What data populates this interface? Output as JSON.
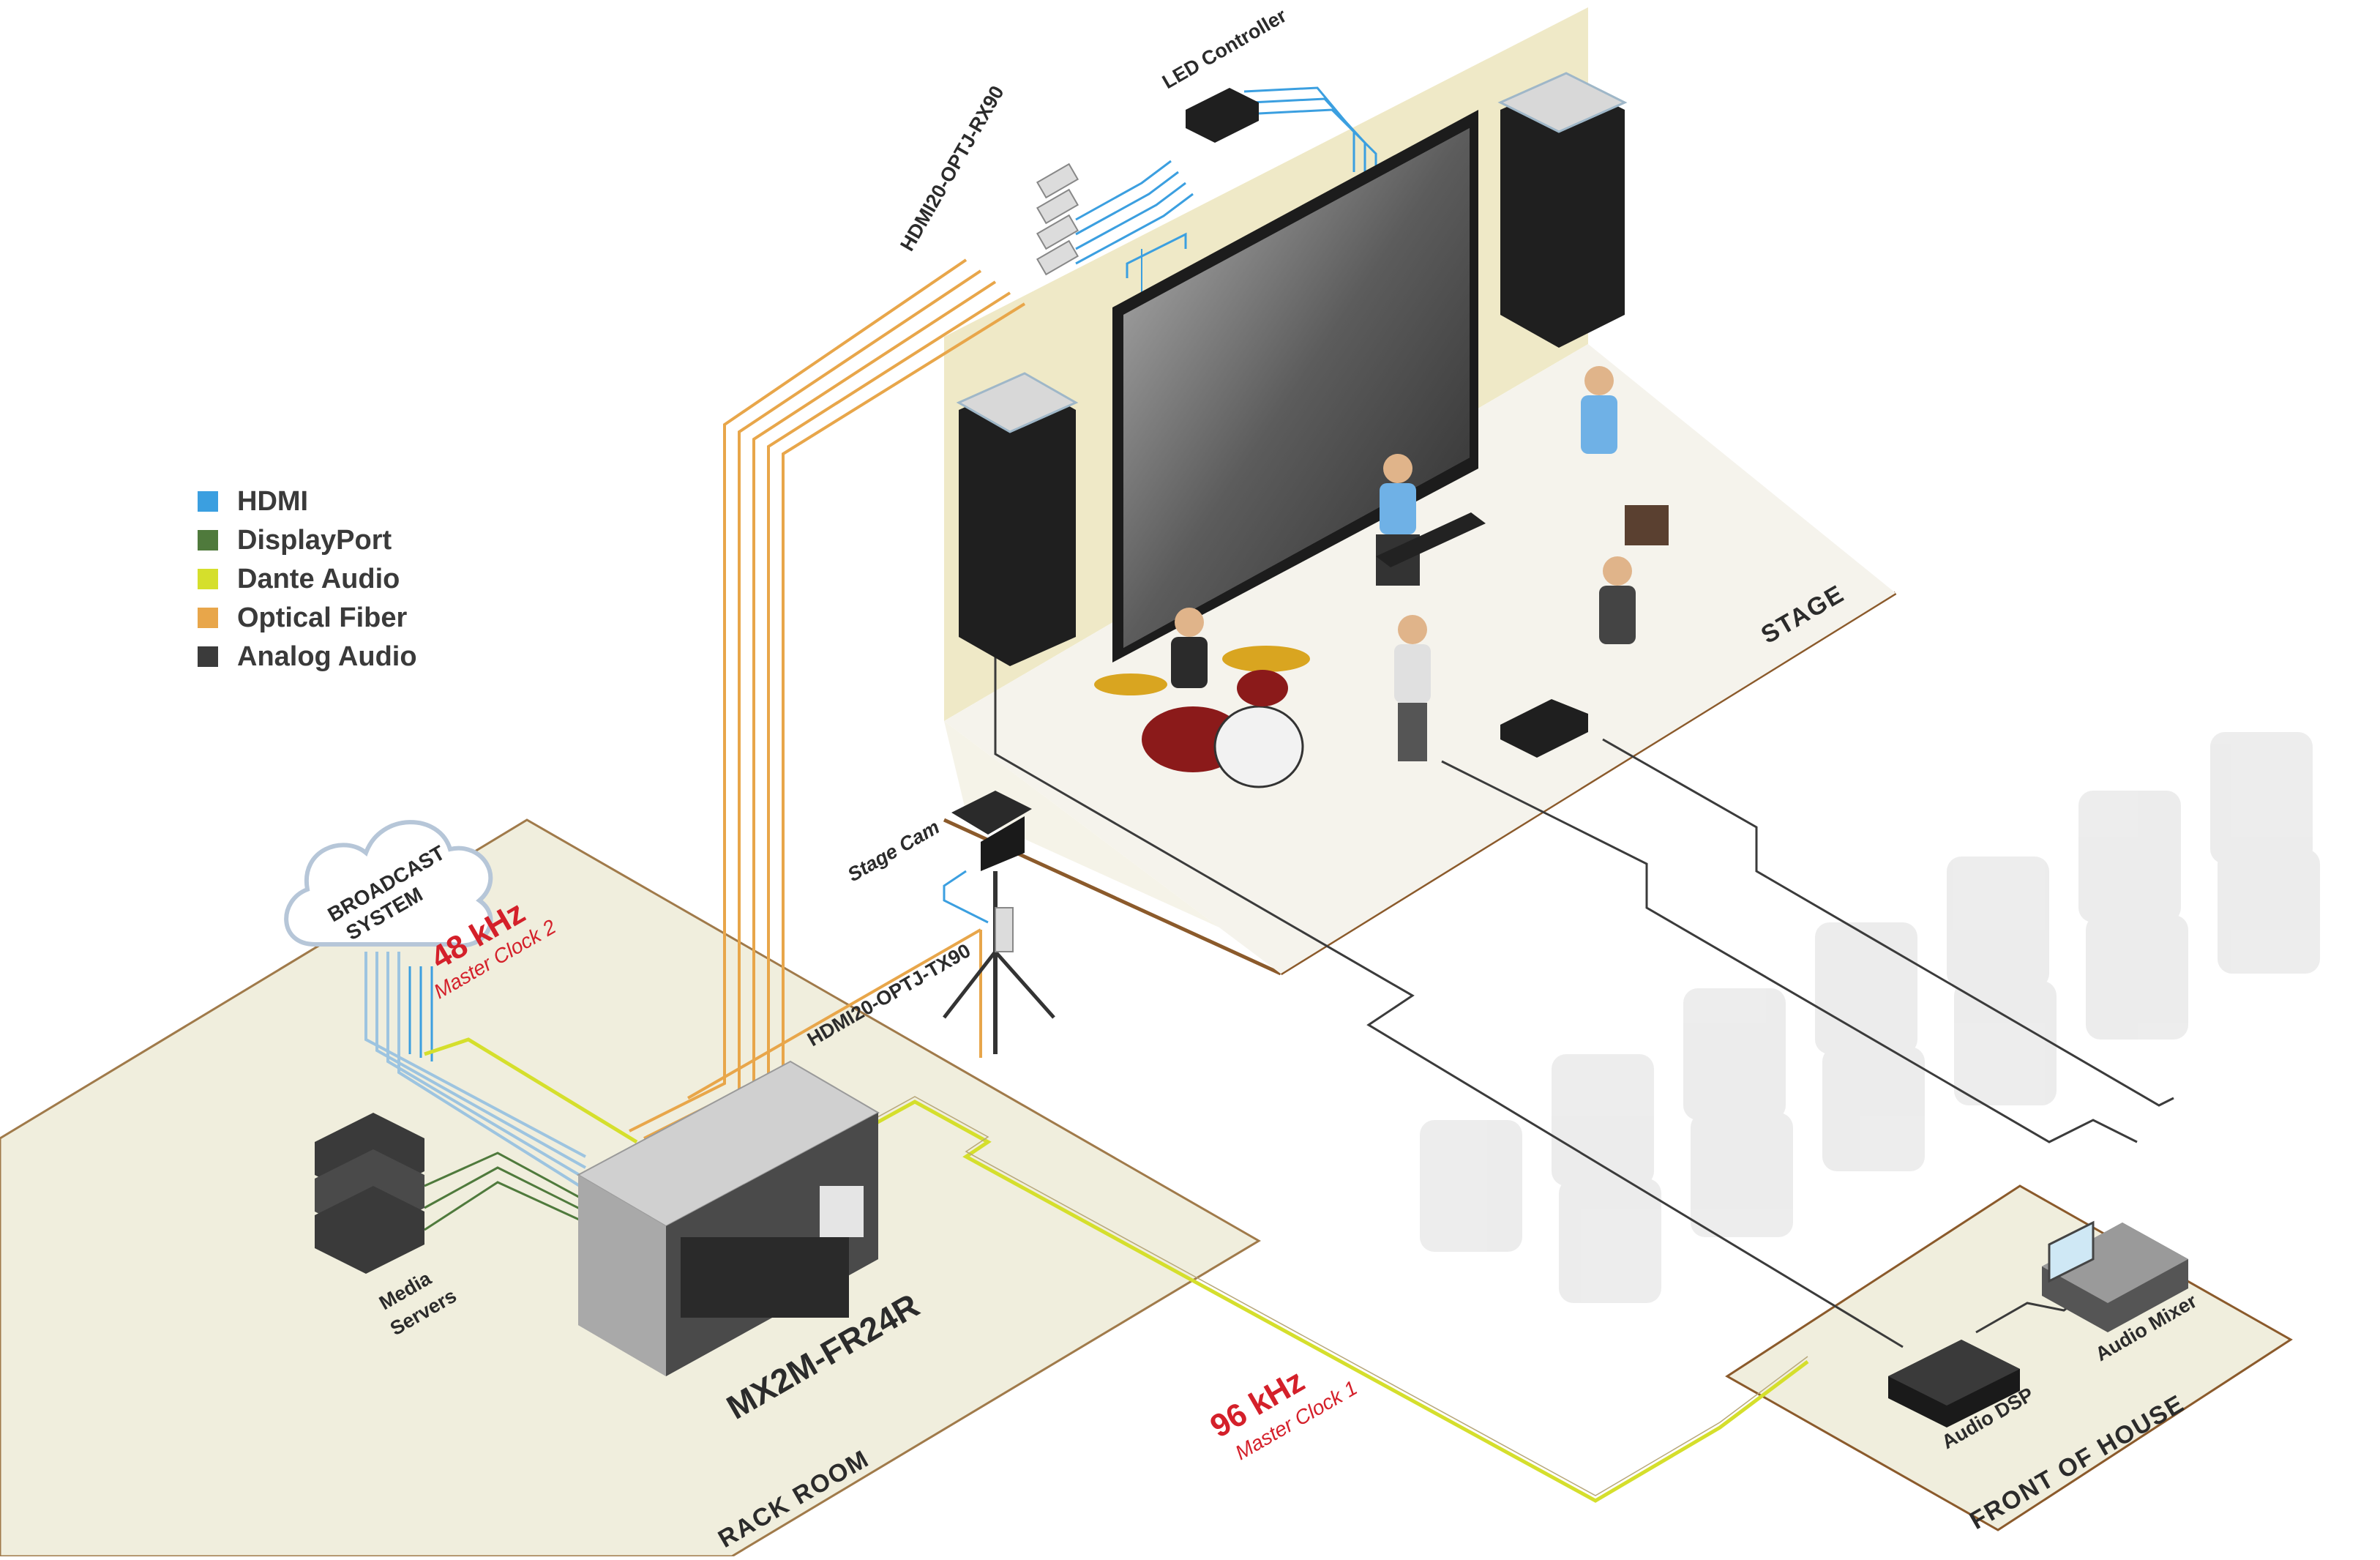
{
  "legend": [
    {
      "label": "HDMI",
      "color": "#3b9fe0"
    },
    {
      "label": "DisplayPort",
      "color": "#4f7a3c"
    },
    {
      "label": "Dante Audio",
      "color": "#d5df2c"
    },
    {
      "label": "Optical Fiber",
      "color": "#e8a64a"
    },
    {
      "label": "Analog Audio",
      "color": "#3b3b3b"
    }
  ],
  "zones": {
    "stage": "STAGE",
    "rack_room": "RACK ROOM",
    "front_of_house": "FRONT OF HOUSE"
  },
  "devices": {
    "led_controller": "LED Controller",
    "receiver": "HDMI20-OPTJ-RX90",
    "transmitter": "HDMI20-OPTJ-TX90",
    "stage_cam": "Stage Cam",
    "broadcast_line1": "BROADCAST",
    "broadcast_line2": "SYSTEM",
    "matrix": "MX2M-FR24R",
    "media_line1": "Media",
    "media_line2": "Servers",
    "audio_dsp": "Audio DSP",
    "audio_mixer": "Audio Mixer"
  },
  "clocks": {
    "clock2_freq": "48 kHz",
    "clock2_label": "Master Clock 2",
    "clock1_freq": "96 kHz",
    "clock1_label": "Master Clock 1"
  },
  "colors": {
    "floor": "#f0eedd",
    "wall": "#efe9c7",
    "hdmi": "#3b9fe0",
    "displayport": "#4f7a3c",
    "dante": "#d5df2c",
    "fiber": "#e8a64a",
    "analog": "#3b3b3b"
  }
}
